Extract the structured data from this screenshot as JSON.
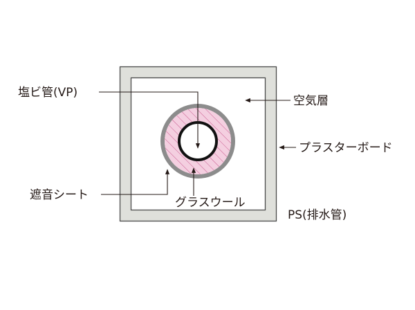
{
  "labels": {
    "pipe": "塩ビ管(VP)",
    "air_layer": "空気層",
    "plasterboard": "プラスターボード",
    "sound_insulation_sheet": "遮音シート",
    "glass_wool": "グラスウール",
    "ps": "PS(排水管)"
  },
  "colors": {
    "board_fill": "#dfe0db",
    "board_stroke": "#4a4a4a",
    "air_fill": "#ffffff",
    "sheet": "#8c8c8c",
    "wool_fill": "#f4cfe0",
    "wool_hatch": "#c95b8f",
    "pipe_stroke": "#111111",
    "text": "#231815"
  }
}
